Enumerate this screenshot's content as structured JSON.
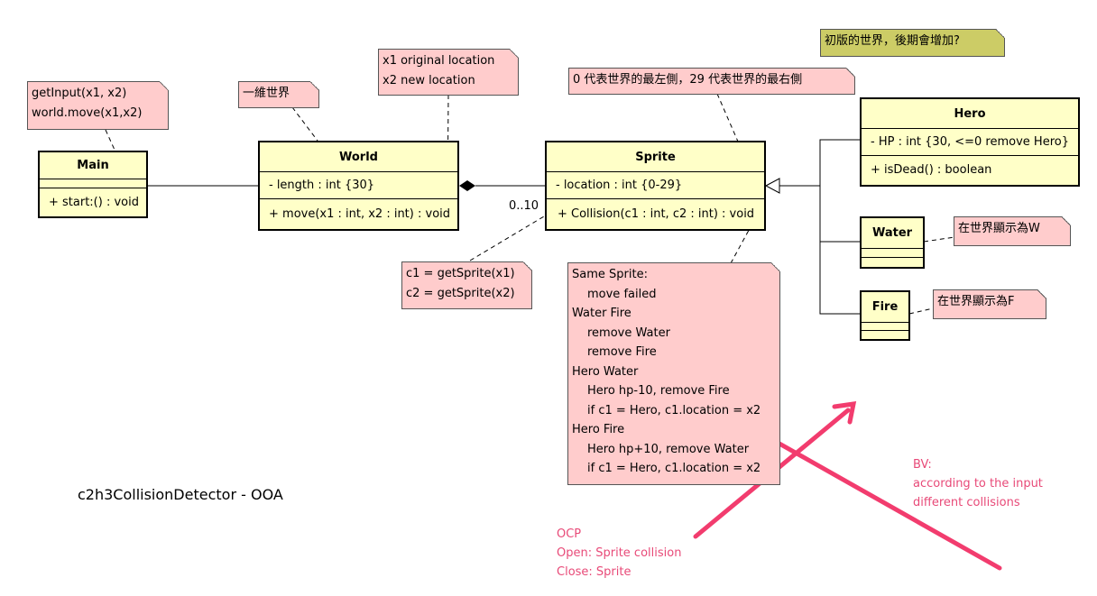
{
  "diagram_title": "c2h3CollisionDetector - OOA",
  "classes": {
    "main": {
      "name": "Main",
      "attrs": "",
      "method": "+ start:() : void"
    },
    "world": {
      "name": "World",
      "attr": "- length : int {30}",
      "method": "+ move(x1 : int, x2 : int) : void"
    },
    "sprite": {
      "name": "Sprite",
      "attr": "- location : int {0-29}",
      "method": "+ Collision(c1 : int, c2 : int) : void"
    },
    "hero": {
      "name": "Hero",
      "attr": "- HP : int {30, <=0 remove Hero}",
      "method": "+ isDead() : boolean"
    },
    "water": {
      "name": "Water"
    },
    "fire": {
      "name": "Fire"
    }
  },
  "multiplicity": "0..10",
  "notes": {
    "main_note": [
      "getInput(x1, x2)",
      "world.move(x1,x2)"
    ],
    "world_note": [
      "一維世界"
    ],
    "move_note": [
      "x1 original location",
      "x2 new location"
    ],
    "location_note": [
      "0 代表世界的最左側，29 代表世界的最右側"
    ],
    "version_note": [
      "初版的世界，後期會增加?"
    ],
    "getsprite_note": [
      "c1 = getSprite(x1)",
      "c2 = getSprite(x2)"
    ],
    "water_note": [
      "在世界顯示為W"
    ],
    "fire_note": [
      "在世界顯示為F"
    ],
    "collision_note": [
      {
        "text": "Same Sprite:",
        "indent": false
      },
      {
        "text": "move failed",
        "indent": true
      },
      {
        "text": "Water Fire",
        "indent": false
      },
      {
        "text": "remove Water",
        "indent": true
      },
      {
        "text": "remove Fire",
        "indent": true
      },
      {
        "text": "Hero Water",
        "indent": false
      },
      {
        "text": "Hero hp-10, remove Fire",
        "indent": true
      },
      {
        "text": "if c1 = Hero, c1.location = x2",
        "indent": true
      },
      {
        "text": "Hero Fire",
        "indent": false
      },
      {
        "text": "Hero hp+10, remove Water",
        "indent": true
      },
      {
        "text": "if c1 = Hero, c1.location = x2",
        "indent": true
      }
    ]
  },
  "annotations": {
    "ocp": [
      "OCP",
      "Open: Sprite collision",
      "Close: Sprite"
    ],
    "bv": [
      "BV:",
      "according to the input",
      "different collisions"
    ]
  },
  "colors": {
    "class_fill": "#ffffc8",
    "note_fill": "#ffcccc",
    "olive_note_fill": "#cccc66",
    "annotation_pink": "#e84a78",
    "arrow_pink": "#f23c6e"
  }
}
